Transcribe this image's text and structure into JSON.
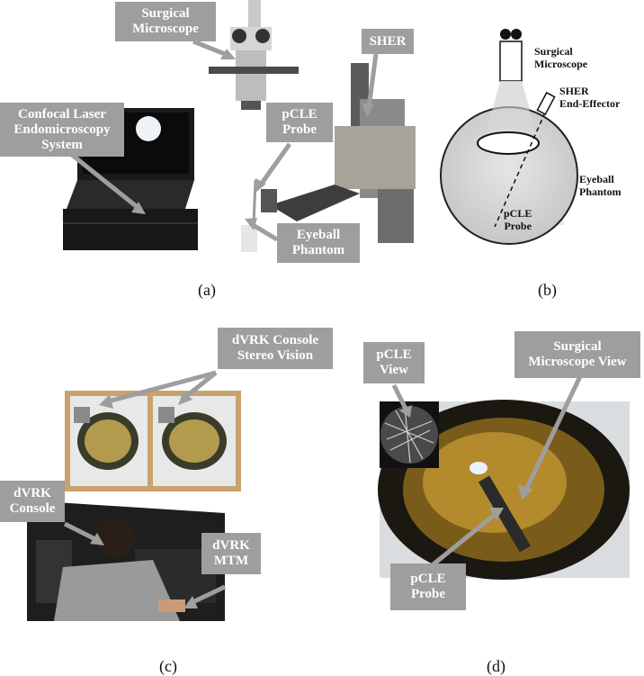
{
  "panel_a": {
    "callouts": {
      "microscope": "Surgical\nMicroscope",
      "sher": "SHER",
      "confocal": "Confocal Laser\nEndomicroscopy\nSystem",
      "pcle_probe": "pCLE\nProbe",
      "eyeball": "Eyeball\nPhantom"
    },
    "caption": "(a)"
  },
  "panel_b": {
    "labels": {
      "microscope": "Surgical\nMicroscope",
      "end_effector": "SHER\nEnd-Effector",
      "eyeball": "Eyeball\nPhantom",
      "probe": "pCLE\nProbe"
    },
    "caption": "(b)"
  },
  "panel_c": {
    "callouts": {
      "stereo": "dVRK Console\nStereo Vision",
      "console": "dVRK\nConsole",
      "mtm": "dVRK\nMTM"
    },
    "caption": "(c)"
  },
  "panel_d": {
    "callouts": {
      "pcle_view": "pCLE\nView",
      "micro_view": "Surgical\nMicroscope View",
      "probe": "pCLE\nProbe"
    },
    "caption": "(d)"
  }
}
